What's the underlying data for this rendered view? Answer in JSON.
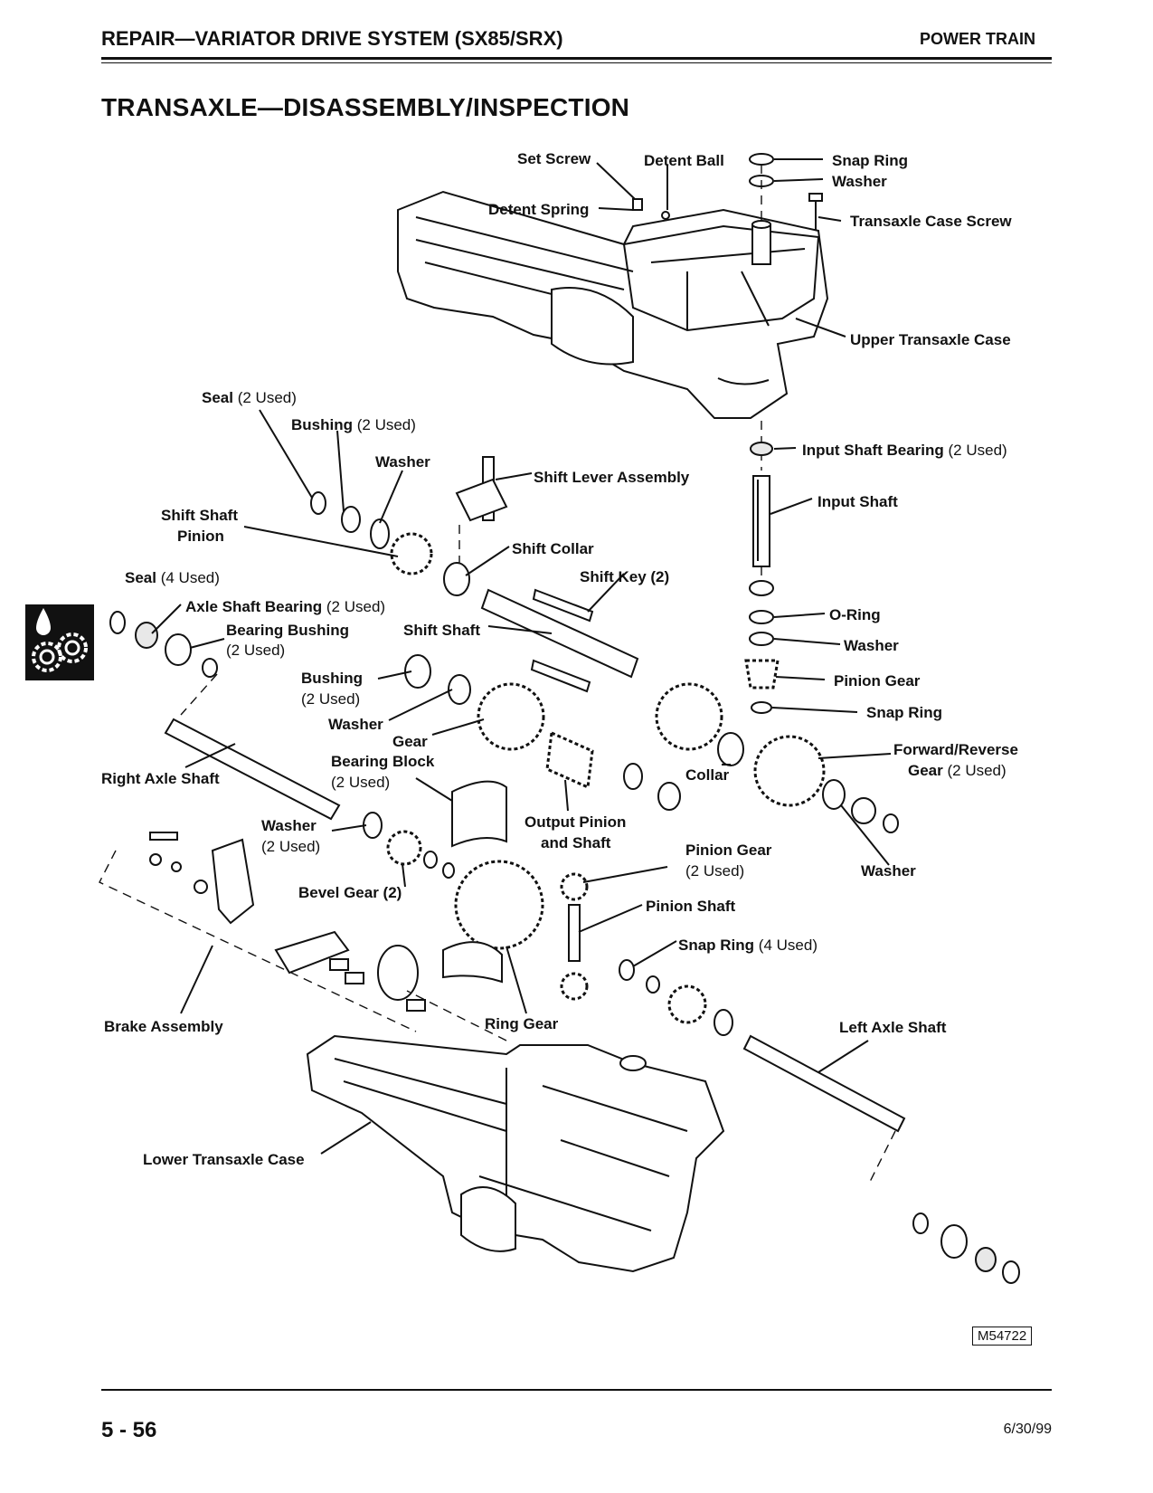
{
  "header": {
    "title": "REPAIR—VARIATOR DRIVE SYSTEM (SX85/SRX)",
    "section": "POWER TRAIN"
  },
  "page_title": "TRANSAXLE—DISASSEMBLY/INSPECTION",
  "labels": {
    "set_screw": "Set Screw",
    "detent_ball": "Detent Ball",
    "snap_ring_top": "Snap Ring",
    "washer_top": "Washer",
    "detent_spring": "Detent Spring",
    "transaxle_case_screw": "Transaxle Case Screw",
    "upper_transaxle_case": "Upper Transaxle Case",
    "seal_2": "Seal",
    "seal_2_qty": "(2 Used)",
    "bushing_2": "Bushing",
    "bushing_2_qty": "(2 Used)",
    "washer_a": "Washer",
    "input_shaft_bearing": "Input Shaft Bearing",
    "input_shaft_bearing_qty": "(2 Used)",
    "shift_lever_assembly": "Shift Lever Assembly",
    "shift_shaft_pinion_1": "Shift Shaft",
    "shift_shaft_pinion_2": "Pinion",
    "input_shaft": "Input Shaft",
    "shift_collar": "Shift Collar",
    "seal_4": "Seal",
    "seal_4_qty": "(4 Used)",
    "shift_key": "Shift Key (2)",
    "axle_shaft_bearing": "Axle Shaft Bearing",
    "axle_shaft_bearing_qty": "(2 Used)",
    "o_ring": "O-Ring",
    "bearing_bushing": "Bearing Bushing",
    "bearing_bushing_qty": "(2 Used)",
    "shift_shaft": "Shift Shaft",
    "washer_b": "Washer",
    "bushing_b": "Bushing",
    "bushing_b_qty": "(2 Used)",
    "pinion_gear": "Pinion Gear",
    "washer_c": "Washer",
    "snap_ring_mid": "Snap Ring",
    "gear": "Gear",
    "bearing_block": "Bearing Block",
    "bearing_block_qty": "(2 Used)",
    "forward_reverse_1": "Forward/Reverse",
    "forward_reverse_2": "Gear",
    "forward_reverse_qty": "(2 Used)",
    "right_axle_shaft": "Right Axle Shaft",
    "collar": "Collar",
    "washer_d": "Washer",
    "washer_d_qty": "(2 Used)",
    "output_pinion_1": "Output Pinion",
    "output_pinion_2": "and Shaft",
    "pinion_gear_2": "Pinion Gear",
    "pinion_gear_2_qty": "(2 Used)",
    "washer_e": "Washer",
    "bevel_gear": "Bevel Gear (2)",
    "pinion_shaft": "Pinion Shaft",
    "snap_ring_4": "Snap Ring",
    "snap_ring_4_qty": "(4 Used)",
    "brake_assembly": "Brake Assembly",
    "ring_gear": "Ring Gear",
    "left_axle_shaft": "Left Axle Shaft",
    "lower_transaxle_case": "Lower Transaxle Case"
  },
  "figure_number": "M54722",
  "footer": {
    "page": "5 - 56",
    "date": "6/30/99"
  }
}
